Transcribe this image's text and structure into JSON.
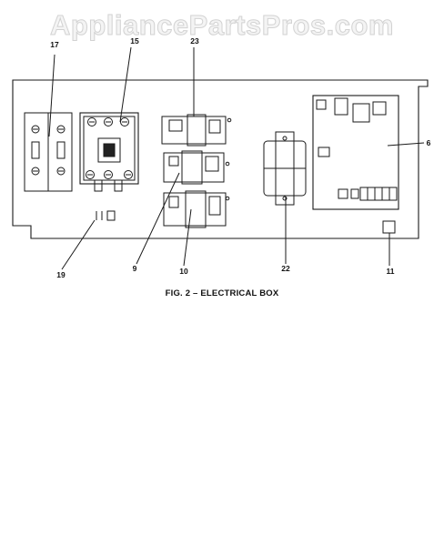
{
  "watermark": "AppliancePartsPros.com",
  "caption": "FIG. 2 – ELECTRICAL BOX",
  "callouts": {
    "c17": "17",
    "c15": "15",
    "c23": "23",
    "c6": "6",
    "c19": "19",
    "c9": "9",
    "c10": "10",
    "c22": "22",
    "c11": "11"
  }
}
